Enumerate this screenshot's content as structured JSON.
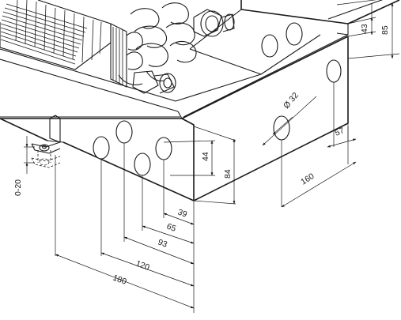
{
  "diagram": {
    "dimensions": {
      "height_43": "43",
      "height_85": "85",
      "hole_diameter": "Ø 32",
      "offset_57": "57",
      "width_160": "160",
      "height_44": "44",
      "height_84": "84",
      "offset_39": "39",
      "offset_65": "65",
      "offset_93": "93",
      "offset_120": "120",
      "offset_180": "180",
      "foot_range": "0-20"
    },
    "colors": {
      "line": "#1a1a1a",
      "background": "#ffffff"
    }
  }
}
